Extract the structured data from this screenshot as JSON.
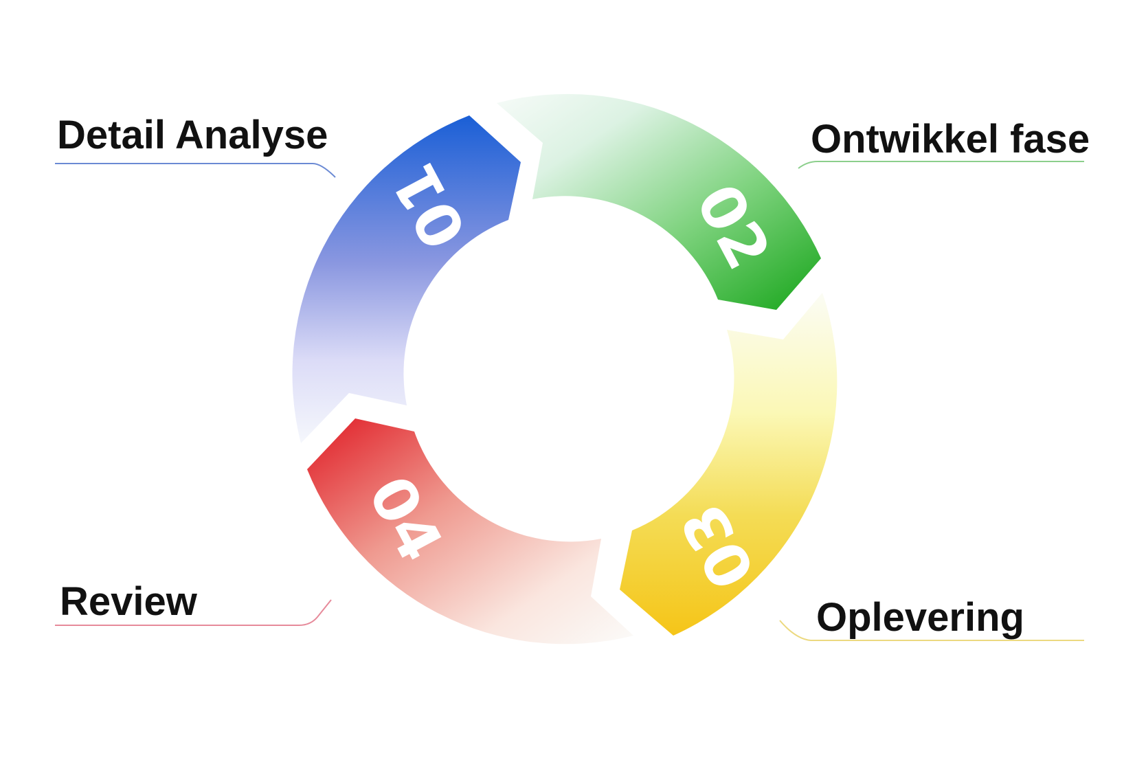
{
  "phases": [
    {
      "number": "01",
      "label": "Detail Analyse",
      "color": "#1a5fd6"
    },
    {
      "number": "02",
      "label": "Ontwikkel fase",
      "color": "#22a81a"
    },
    {
      "number": "03",
      "label": "Oplevering",
      "color": "#f5c518"
    },
    {
      "number": "04",
      "label": "Review",
      "color": "#e01b24"
    }
  ]
}
